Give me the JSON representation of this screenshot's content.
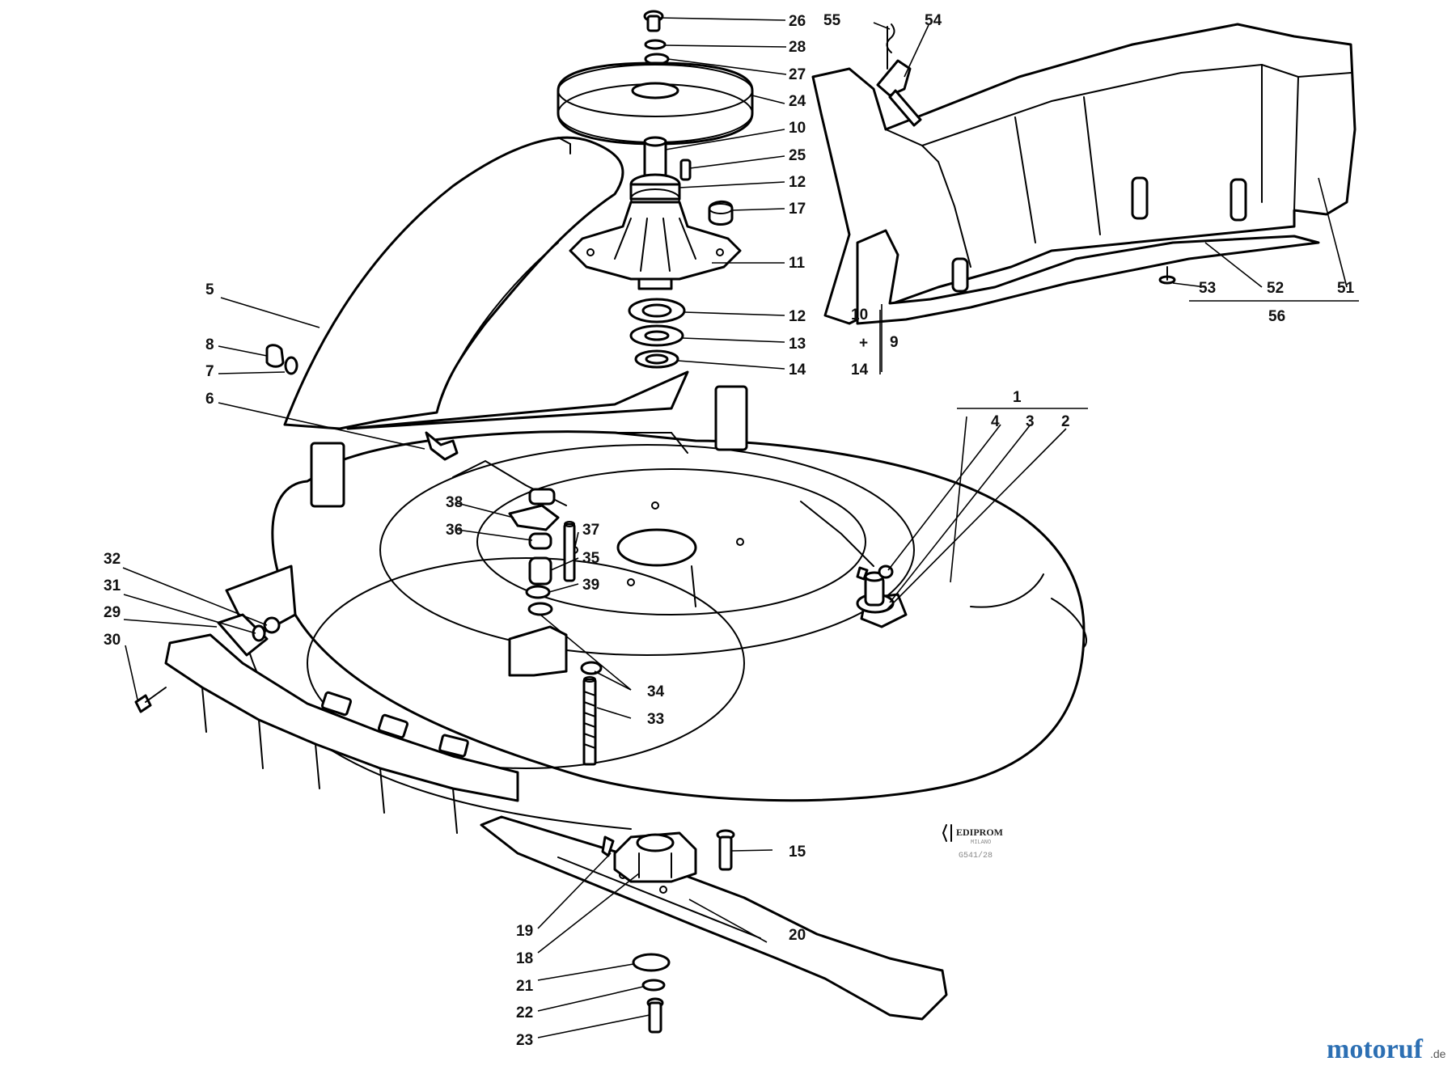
{
  "callouts": {
    "c1": "1",
    "c2": "2",
    "c3": "3",
    "c4": "4",
    "c5": "5",
    "c6": "6",
    "c7": "7",
    "c8": "8",
    "c9": "9",
    "c10a": "10",
    "c10b": "10",
    "c11": "11",
    "c12a": "12",
    "c12b": "12",
    "c13": "13",
    "c14a": "14",
    "c14b": "14",
    "c15": "15",
    "c17": "17",
    "c18": "18",
    "c19": "19",
    "c20": "20",
    "c21": "21",
    "c22": "22",
    "c23": "23",
    "c24": "24",
    "c25": "25",
    "c26": "26",
    "c27": "27",
    "c28": "28",
    "c29": "29",
    "c30": "30",
    "c31": "31",
    "c32": "32",
    "c33": "33",
    "c34": "34",
    "c35": "35",
    "c36": "36",
    "c37": "37",
    "c38": "38",
    "c39": "39",
    "c51": "51",
    "c52": "52",
    "c53": "53",
    "c54": "54",
    "c55": "55",
    "c56": "56",
    "plus": "+"
  },
  "stamp": {
    "brand": "EDIPROM",
    "sub": "MILANO",
    "code": "G541/28"
  },
  "watermark": {
    "main": "motoruf",
    "suffix": ".de"
  },
  "colors": {
    "line": "#000000",
    "background": "#ffffff",
    "wm_blue": "#2c6fb3",
    "wm_red": "#d9342b",
    "wm_green": "#3a9a44",
    "wm_orange": "#e8a027"
  }
}
